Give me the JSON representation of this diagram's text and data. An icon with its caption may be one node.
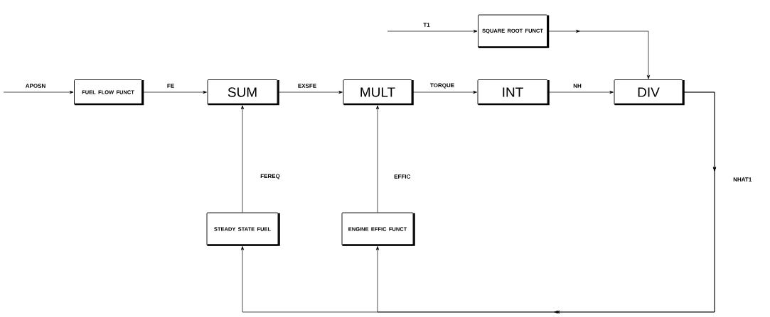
{
  "diagram": {
    "nodes": [
      {
        "text": [
          "FUEL FLOW FUNCT"
        ]
      },
      {
        "text": [
          "SUM"
        ]
      },
      {
        "text": [
          "MULT"
        ]
      },
      {
        "text": [
          "INT"
        ]
      },
      {
        "text": [
          "SQUARE ROOT FUNCT"
        ]
      },
      {
        "text": [
          "DIV"
        ]
      },
      {
        "text": [
          "STEADY STATE FUEL"
        ]
      },
      {
        "text": [
          "ENGINE EFFIC FUNCT"
        ]
      }
    ],
    "edges": [
      {
        "from": null,
        "to": 0,
        "arrow": "to",
        "label": "APOSN"
      },
      {
        "from": 0,
        "to": 1,
        "arrow": "to",
        "label": "FE"
      },
      {
        "from": 1,
        "to": 2,
        "arrow": "to",
        "label": "EXSFE"
      },
      {
        "from": 2,
        "to": 3,
        "arrow": "to",
        "label": "TORQUE"
      },
      {
        "from": 3,
        "to": 5,
        "arrow": "to",
        "label": "NH"
      },
      {
        "from": null,
        "to": 4,
        "arrow": "to",
        "label": "T1"
      },
      {
        "from": 4,
        "to": 5,
        "arrow": "to"
      },
      {
        "from": 6,
        "to": 1,
        "arrow": "to",
        "label": "FEREQ"
      },
      {
        "from": 7,
        "to": 2,
        "arrow": "to",
        "label": "EFFIC"
      },
      {
        "from": 5,
        "to": 6,
        "arrow": "to",
        "label": "NHAT1"
      },
      {
        "from": 5,
        "to": 7,
        "arrow": "to"
      }
    ]
  }
}
